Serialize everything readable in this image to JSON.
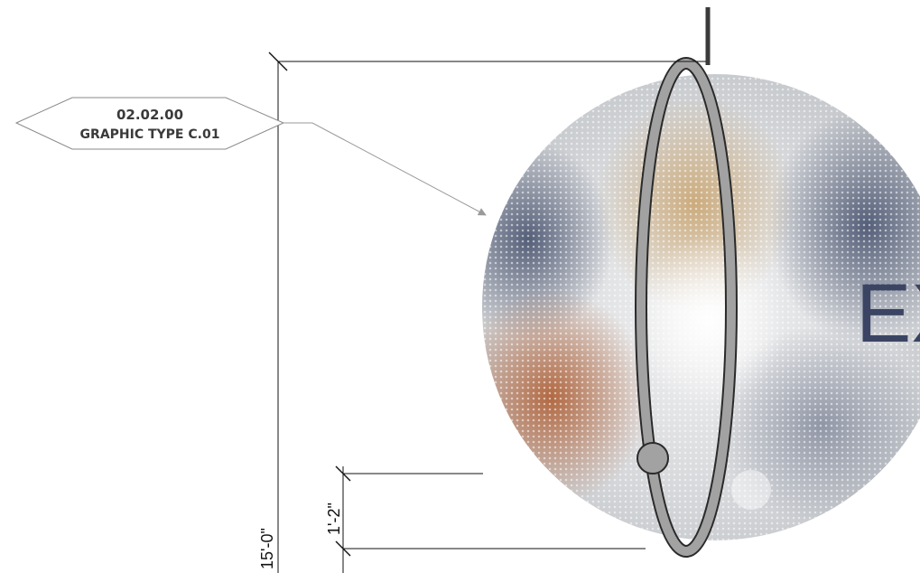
{
  "callout": {
    "code": "02.02.00",
    "title": "GRAPHIC TYPE C.01"
  },
  "dimensions": {
    "overall_height": "15'-0\"",
    "lower_offset": "1'-2\""
  },
  "sign": {
    "visible_text": "EX",
    "colors": {
      "ring": "#9a9a9a",
      "ring_outline": "#2a2a2a",
      "sphere_base": "#d8dadd",
      "blue": "#4d5873",
      "gold": "#c9a571",
      "orange": "#b0633a",
      "lettering": "#3b4563"
    }
  }
}
